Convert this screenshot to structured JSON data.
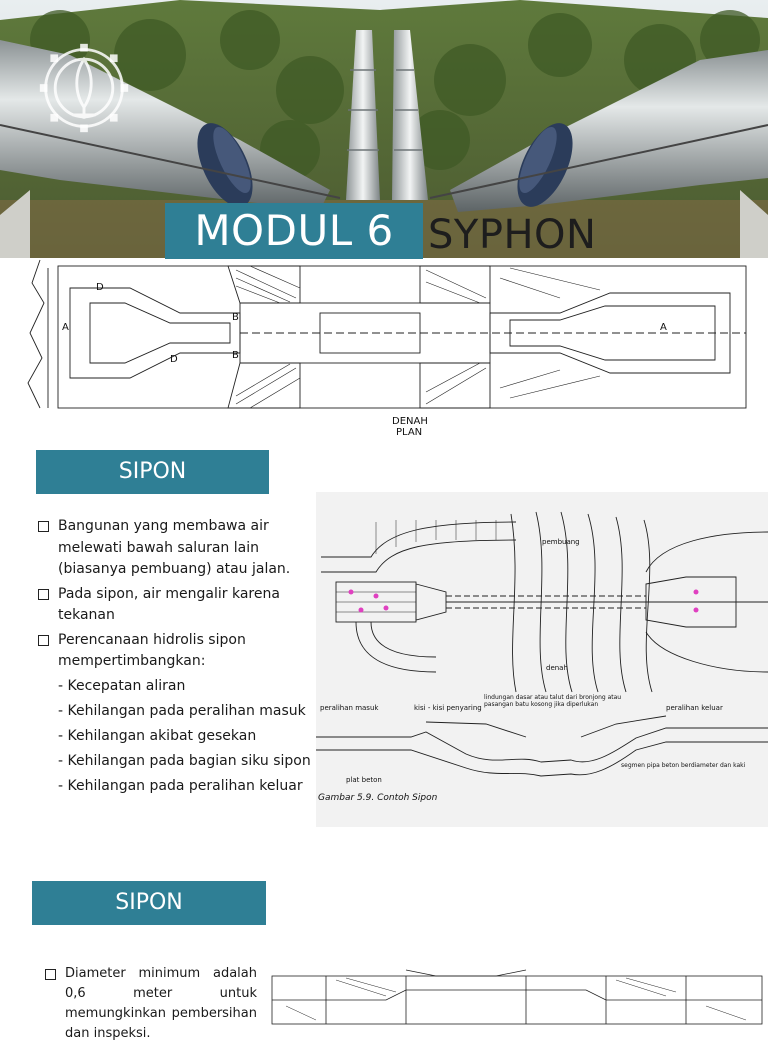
{
  "cover": {
    "title": "MODUL 6",
    "subtitle": "SYPHON",
    "plan_label_1": "DENAH",
    "plan_label_2": "PLAN",
    "section_marks": [
      "A",
      "A",
      "B",
      "B",
      "D",
      "D"
    ]
  },
  "slide2": {
    "heading": "SIPON",
    "bullets": [
      "Bangunan yang membawa air melewati bawah saluran lain (biasanya pembuang) atau jalan.",
      "Pada sipon, air mengalir karena tekanan",
      "Perencanaan hidrolis sipon mempertimbangkan:"
    ],
    "sub_items": [
      "- Kecepatan aliran",
      "- Kehilangan pada peralihan masuk",
      "- Kehilangan akibat gesekan",
      "- Kehilangan pada bagian siku sipon",
      "- Kehilangan pada peralihan keluar"
    ],
    "figure": {
      "label_pembuang": "pembuang",
      "label_denah": "denah",
      "label_peralihan_masuk": "peralihan masuk",
      "label_kisi": "kisi - kisi penyaring",
      "label_lindungan": "lindungan dasar atau talut dari bronjong atau pasangan batu kosong jika diperlukan",
      "label_peralihan_keluar": "peralihan keluar",
      "label_plat": "plat beton",
      "label_segmen": "segmen pipa beton berdiameter dan kaki",
      "caption": "Gambar 5.9.  Contoh Sipon"
    }
  },
  "slide3": {
    "heading": "SIPON",
    "bullets": [
      "Diameter minimum adalah 0,6 meter untuk memungkinkan pembersihan dan inspeksi."
    ]
  },
  "colors": {
    "accent": "#2f7f95",
    "text": "#1a1a1a",
    "magenta_markers": "#e040c0"
  }
}
